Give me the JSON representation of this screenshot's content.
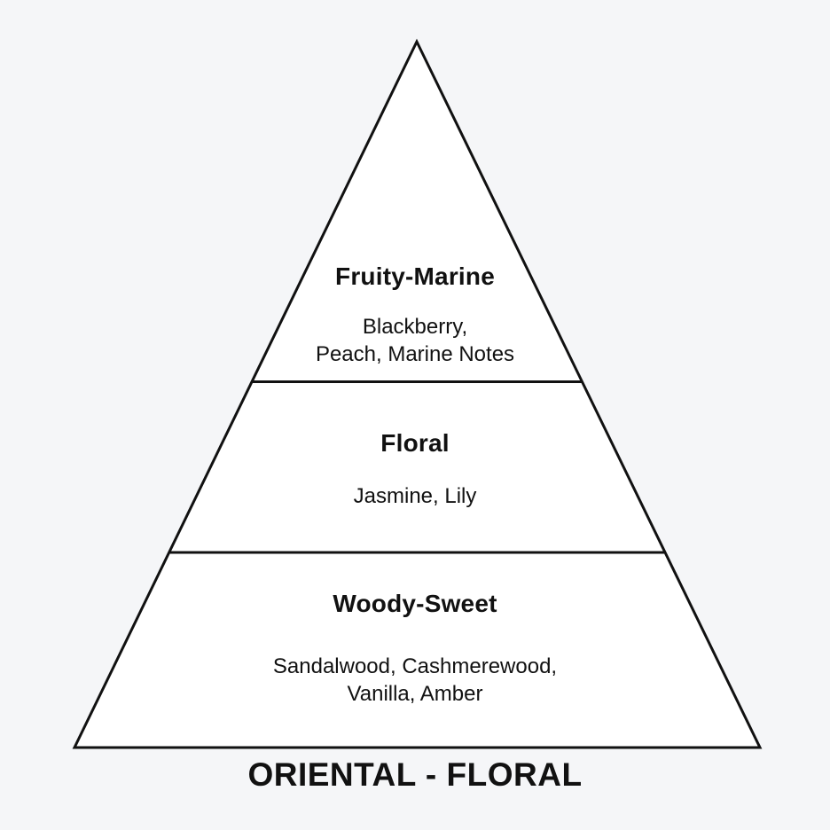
{
  "pyramid": {
    "tiers": [
      {
        "title": "Fruity-Marine",
        "notes": "Blackberry,\nPeach, Marine Notes"
      },
      {
        "title": "Floral",
        "notes": "Jasmine, Lily"
      },
      {
        "title": "Woody-Sweet",
        "notes": "Sandalwood, Cashmerewood,\nVanilla, Amber"
      }
    ]
  },
  "footer": {
    "title": "ORIENTAL - FLORAL"
  },
  "colors": {
    "background": "#f5f6f8",
    "fill": "#ffffff",
    "stroke": "#111111",
    "text": "#111111"
  }
}
